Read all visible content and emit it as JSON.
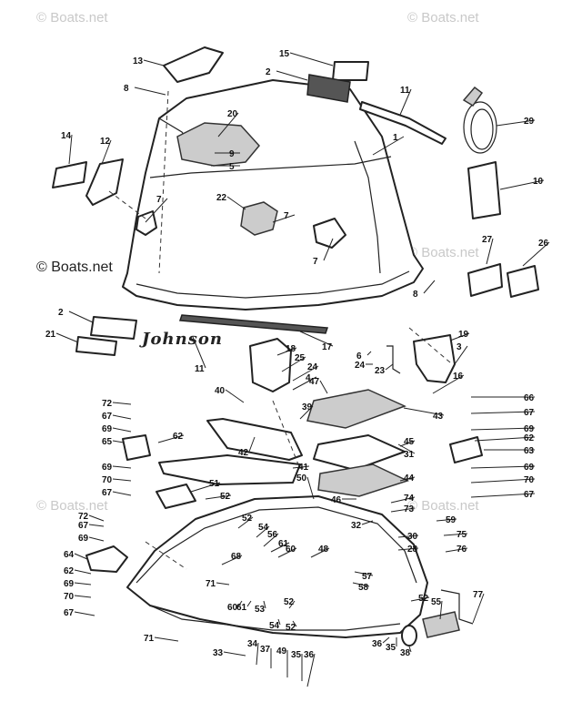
{
  "watermarks": {
    "top_left": "© Boats.net",
    "top_right": "© Boats.net",
    "middle_left": "© Boats.net",
    "middle_right": "© Boats.net",
    "lower_left": "© Boats.net",
    "lower_right": "© Boats.net"
  },
  "decal_text": "Johnson",
  "callouts": [
    "1",
    "2",
    "3",
    "4",
    "5",
    "6",
    "7",
    "8",
    "9",
    "10",
    "11",
    "12",
    "13",
    "14",
    "15",
    "16",
    "17",
    "18",
    "19",
    "20",
    "21",
    "22",
    "23",
    "24",
    "25",
    "26",
    "27",
    "28",
    "29",
    "30",
    "31",
    "32",
    "33",
    "34",
    "35",
    "36",
    "37",
    "38",
    "39",
    "40",
    "41",
    "42",
    "43",
    "44",
    "45",
    "46",
    "47",
    "48",
    "49",
    "50",
    "51",
    "52",
    "53",
    "54",
    "55",
    "56",
    "57",
    "58",
    "59",
    "60",
    "61",
    "62",
    "63",
    "64",
    "65",
    "66",
    "67",
    "68",
    "69",
    "70",
    "71",
    "72",
    "73",
    "74",
    "75",
    "76",
    "77"
  ]
}
